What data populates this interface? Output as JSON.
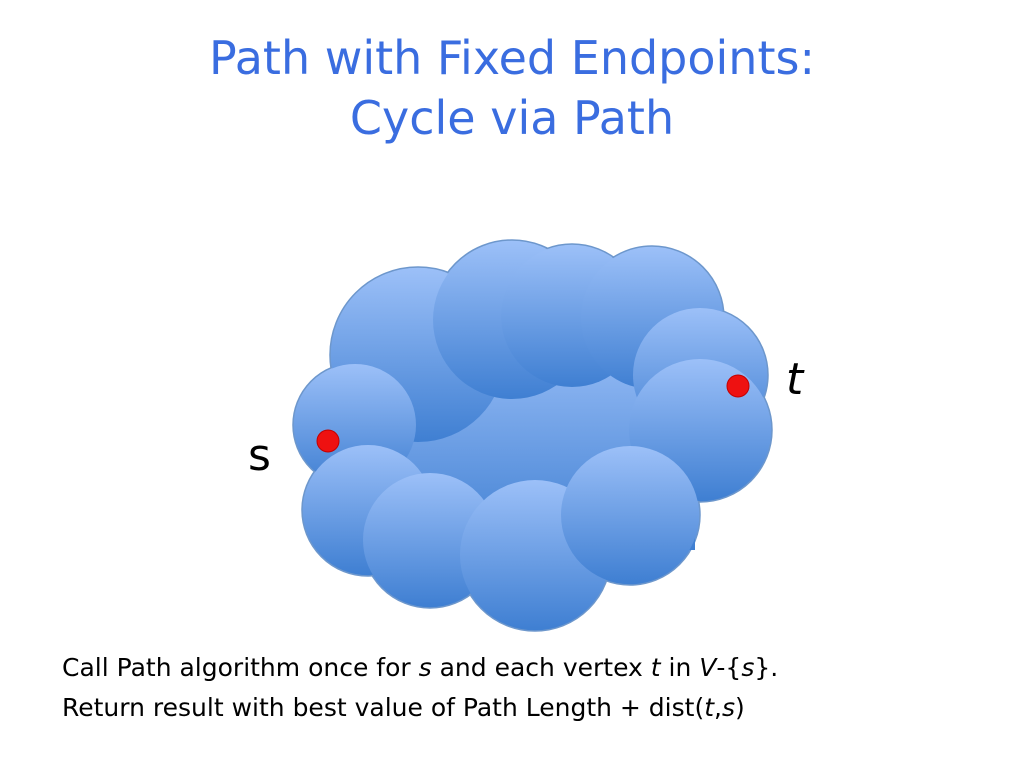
{
  "slide": {
    "title_line1": "Path with Fixed Endpoints:",
    "title_line2": "Cycle via Path"
  },
  "diagram": {
    "vertex_s_label": "s",
    "vertex_t_label": "t",
    "colors": {
      "cloud_top": "#9cc0f8",
      "cloud_bottom": "#3f7fd2",
      "cloud_edge": "#6d97cc",
      "vertex_dot": "#ee1111"
    }
  },
  "caption": {
    "line1": {
      "part1": "Call Path algorithm once for ",
      "s1": "s",
      "part2": " and each vertex ",
      "t1": "t",
      "part3": " in ",
      "V": "V",
      "part4": "-{",
      "s2": "s",
      "part5": "}."
    },
    "line2": {
      "part1": "Return result with best value of Path Length + dist(",
      "t": "t",
      "comma": ",",
      "s": "s",
      "part2": ")"
    }
  }
}
